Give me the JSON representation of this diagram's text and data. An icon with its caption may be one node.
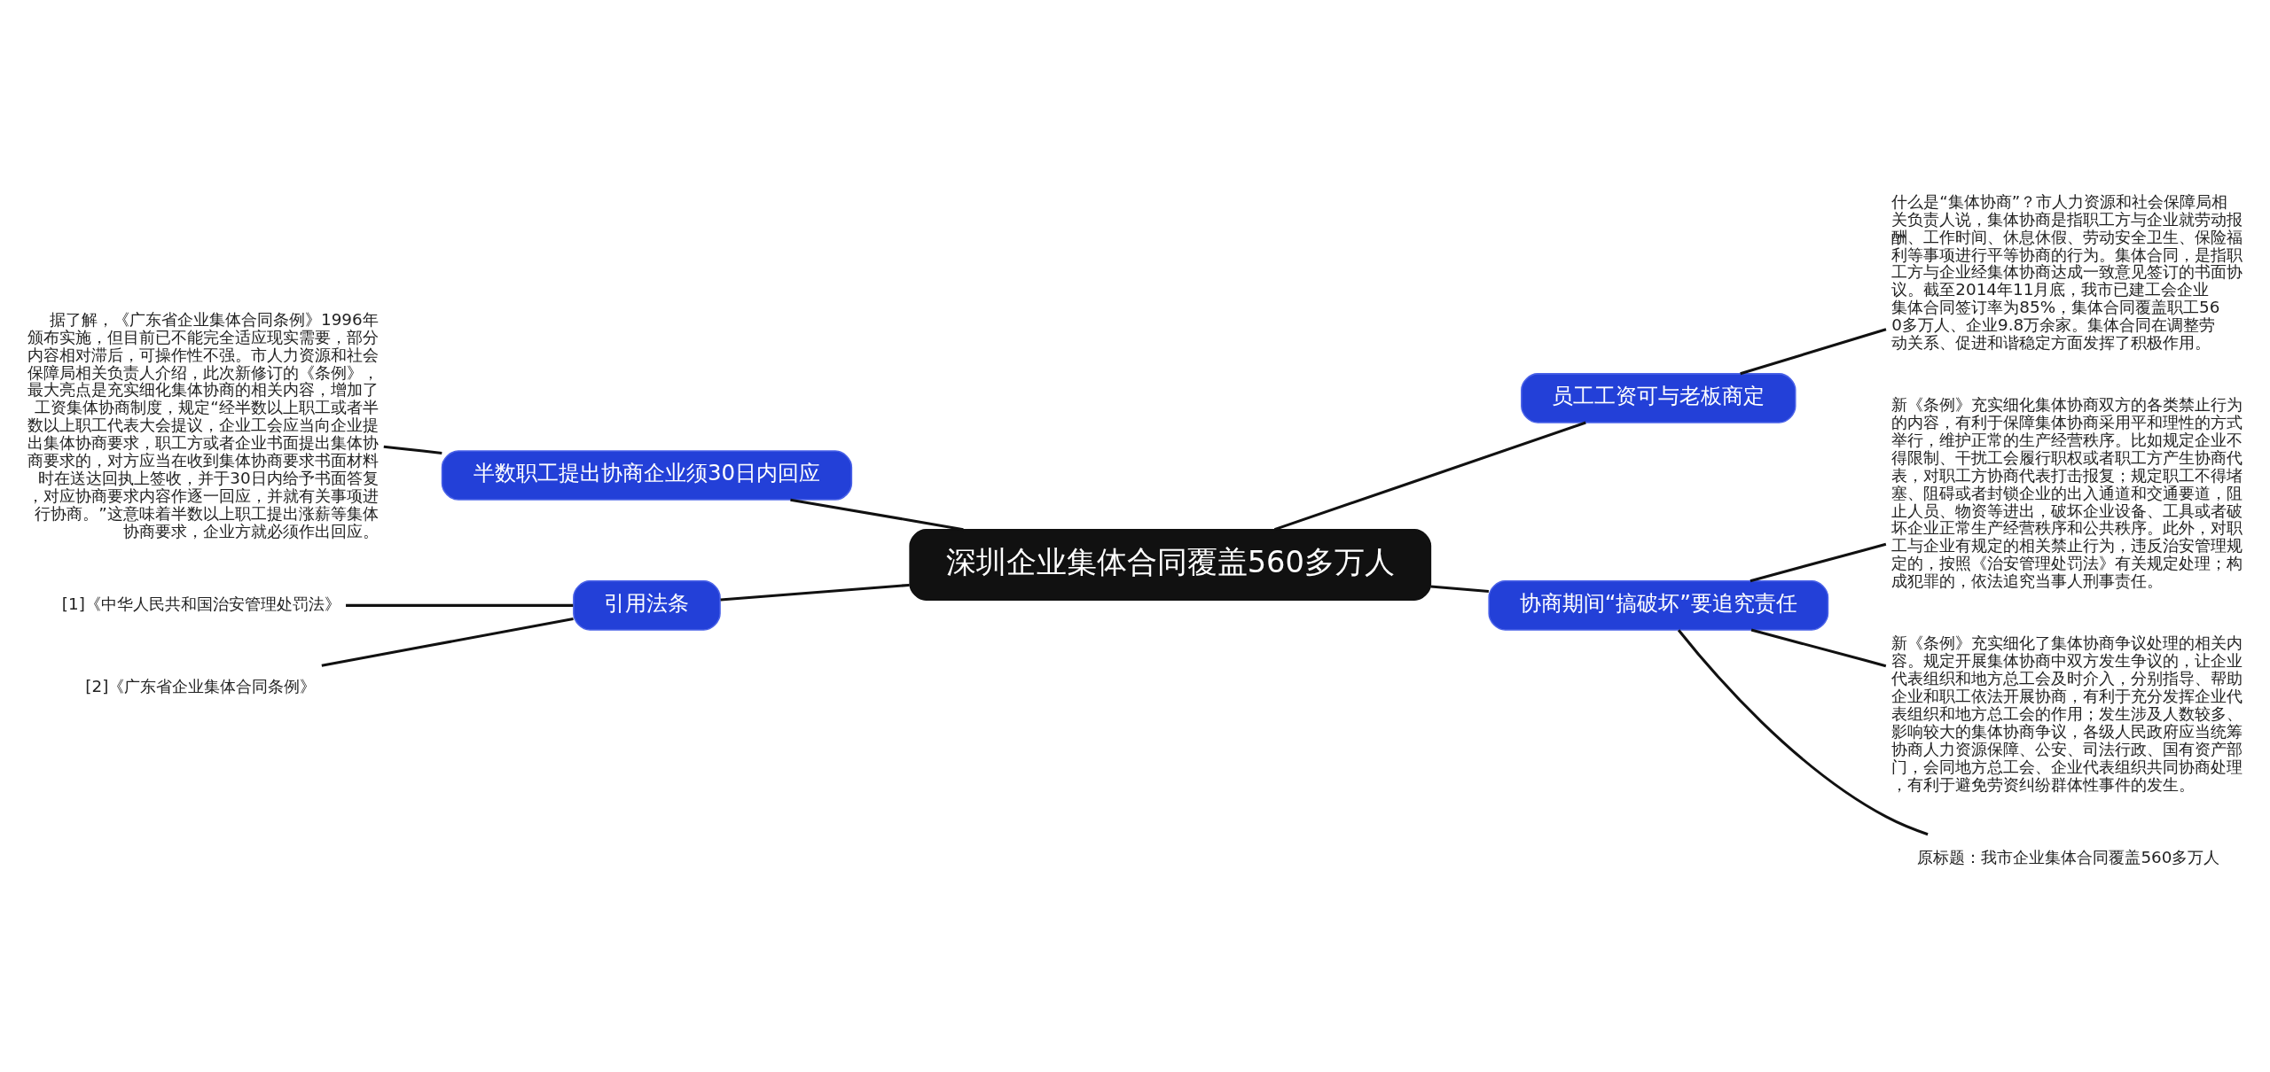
{
  "diagram": {
    "nodes": [
      {
        "text": [
          "深圳企业集体合同覆盖560多万人"
        ]
      },
      {
        "text": [
          "员工工资可与老板商定"
        ]
      },
      {
        "text": [
          "什么是“集体协商”？市人力资源和社会保障局相关负责人说，集体协商是指职工方与企业就劳动报酬、工作时间、休息休假、劳动安全卫生、保险福利等事项进行平等协商的行为。集体合同，是指职工方与企业经集体协商达成一致意见签订的书面协议。截至2014年11月底，我市已建工会企业集体合同签订率为85%，集体合同覆盖职工560多万人、企业9.8万余家。集体合同在调整劳动关系、促进和谐稳定方面发挥了积极作用。"
        ]
      },
      {
        "text": [
          "半数职工提出协商企业须30日内回应"
        ]
      },
      {
        "text": [
          "据了解，《广东省企业集体合同条例》1996年颁布实施，但目前已不能完全适应现实需要，部分内容相对滞后，可操作性不强。市人力资源和社会保障局相关负责人介绍，此次新修订的《条例》，最大亮点是充实细化集体协商的相关内容，增加了工资集体协商制度，规定“经半数以上职工或者半数以上职工代表大会提议，企业工会应当向企业提出集体协商要求，职工方或者企业书面提出集体协商要求的，对方应当在收到集体协商要求书面材料时在送达回执上签收，并于30日内给予书面答复，对应协商要求内容作逐一回应，并就有关事项进行协商。”这意味着半数以上职工提出涨薪等集体协商要求，企业方就必须作出回应。"
        ]
      },
      {
        "text": [
          "引用法条"
        ]
      },
      {
        "text": [
          "[1]《中华人民共和国治安管理处罚法》"
        ]
      },
      {
        "text": [
          "[2]《广东省企业集体合同条例》"
        ]
      },
      {
        "text": [
          "协商期间“搞破坏”要追究责任"
        ]
      },
      {
        "text": [
          "新《条例》充实细化集体协商双方的各类禁止行为的内容，有利于保障集体协商采用平和理性的方式举行，维护正常的生产经营秩序。比如规定企业不得限制、干扰工会履行职权或者职工方产生协商代表，对职工方协商代表打击报复；规定职工不得堵塞、阻碍或者封锁企业的出入通道和交通要道，阻止人员、物资等进出，破坏企业设备、工具或者破坏企业正常生产经营秩序和公共秩序。此外，对职工与企业有规定的相关禁止行为，违反治安管理规定的，按照《治安管理处罚法》有关规定处理；构成犯罪的，依法追究当事人刑事责任。"
        ]
      },
      {
        "text": [
          "新《条例》充实细化了集体协商争议处理的相关内容。规定开展集体协商中双方发生争议的，让企业代表组织和地方总工会及时介入，分别指导、帮助企业和职工依法开展协商，有利于充分发挥企业代表组织和地方总工会的作用；发生涉及人数较多、影响较大的集体协商争议，各级人民政府应当统筹协商人力资源保障、公安、司法行政、国有资产部门，会同地方总工会、企业代表组织共同协商处理，有利于避免劳资纠纷群体性事件的发生。"
        ]
      },
      {
        "text": [
          "原标题：我市企业集体合同覆盖560多万人"
        ]
      }
    ],
    "edges": [
      {
        "from": 0,
        "to": 1,
        "arrow": "none"
      },
      {
        "from": 1,
        "to": 2,
        "arrow": "none"
      },
      {
        "from": 0,
        "to": 3,
        "arrow": "none"
      },
      {
        "from": 3,
        "to": 4,
        "arrow": "none"
      },
      {
        "from": 0,
        "to": 5,
        "arrow": "none"
      },
      {
        "from": 5,
        "to": 6,
        "arrow": "none"
      },
      {
        "from": 5,
        "to": 7,
        "arrow": "none"
      },
      {
        "from": 0,
        "to": 8,
        "arrow": "none"
      },
      {
        "from": 8,
        "to": 9,
        "arrow": "none"
      },
      {
        "from": 8,
        "to": 10,
        "arrow": "none"
      },
      {
        "from": 8,
        "to": 11,
        "arrow": "none"
      }
    ]
  }
}
